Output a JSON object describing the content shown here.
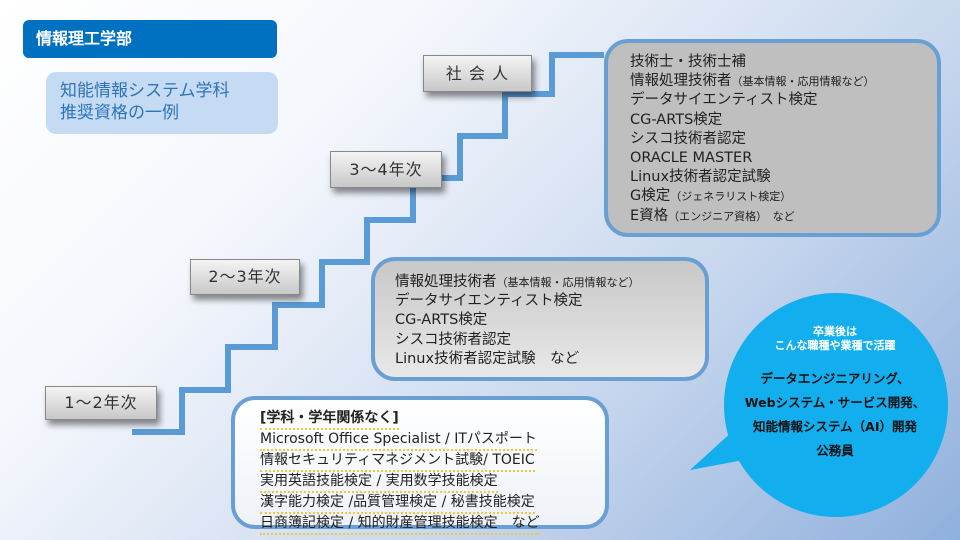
{
  "header": {
    "department": "情報理工学部",
    "subtitle_line1": "知能情報システム学科",
    "subtitle_line2": "推奨資格の一例"
  },
  "steps": [
    {
      "label": "1～2年次"
    },
    {
      "label": "2～3年次"
    },
    {
      "label": "3～4年次"
    },
    {
      "label": "社 会 人"
    }
  ],
  "box_society": {
    "lines": [
      "技術士・技術士補",
      "情報処理技術者",
      "データサイエンティスト検定",
      "CG-ARTS検定",
      "シスコ技術者認定",
      "ORACLE MASTER",
      "Linux技術者認定試験",
      "G検定",
      "E資格"
    ],
    "notes": {
      "1": "（基本情報・応用情報など）",
      "7": "（ジェネラリスト検定）",
      "8": "（エンジニア資格）　など"
    }
  },
  "box_year23": {
    "lines": [
      "情報処理技術者",
      "データサイエンティスト検定",
      "CG-ARTS検定",
      "シスコ技術者認定",
      "Linux技術者認定試験　など"
    ],
    "note0": "（基本情報・応用情報など）"
  },
  "box_any": {
    "heading": "[学科・学年関係なく]",
    "lines": [
      "Microsoft Office Specialist / ITパスポート",
      "情報セキュリティマネジメント試験/ TOEIC",
      "実用英語技能検定 / 実用数学技能検定",
      "漢字能力検定 /品質管理検定 / 秘書技能検定",
      "日商簿記検定 / 知的財産管理技能検定　など"
    ]
  },
  "bubble": {
    "head1": "卒業後は",
    "head2": "こんな職種や業種で活躍",
    "lines": [
      "データエンジニアリング、",
      "Webシステム・サービス開発、",
      "知能情報システム（AI）開発",
      "公務員"
    ]
  },
  "colors": {
    "accent": "#0070c0",
    "stairs": "#5b9bd5",
    "bubble": "#12aeee"
  }
}
